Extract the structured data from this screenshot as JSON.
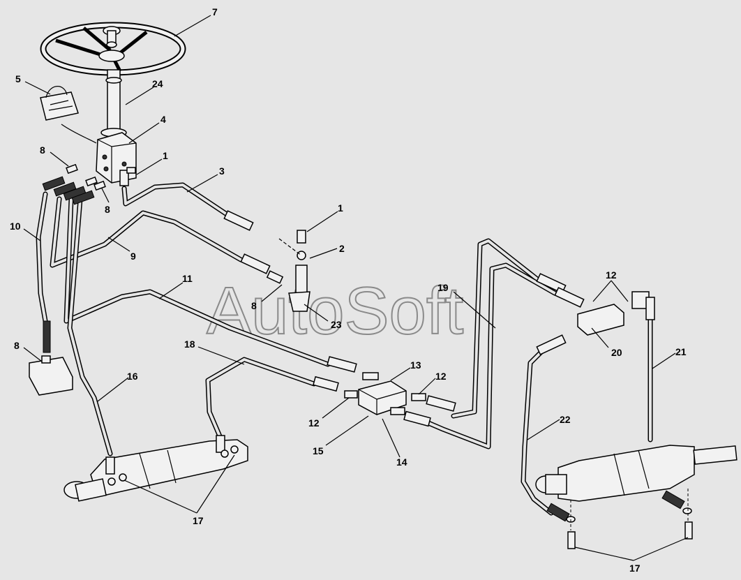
{
  "watermark": "AutoSoft",
  "callouts": [
    {
      "id": "c7",
      "text": "7"
    },
    {
      "id": "c24",
      "text": "24"
    },
    {
      "id": "c5",
      "text": "5"
    },
    {
      "id": "c4",
      "text": "4"
    },
    {
      "id": "c8a",
      "text": "8"
    },
    {
      "id": "c1a",
      "text": "1"
    },
    {
      "id": "c3",
      "text": "3"
    },
    {
      "id": "c8b",
      "text": "8"
    },
    {
      "id": "c10",
      "text": "10"
    },
    {
      "id": "c9",
      "text": "9"
    },
    {
      "id": "c1b",
      "text": "1"
    },
    {
      "id": "c2",
      "text": "2"
    },
    {
      "id": "c11",
      "text": "11"
    },
    {
      "id": "c8c",
      "text": "8"
    },
    {
      "id": "c23",
      "text": "23"
    },
    {
      "id": "c19",
      "text": "19"
    },
    {
      "id": "c12a",
      "text": "12"
    },
    {
      "id": "c20",
      "text": "20"
    },
    {
      "id": "c8d",
      "text": "8"
    },
    {
      "id": "c18",
      "text": "18"
    },
    {
      "id": "c13",
      "text": "13"
    },
    {
      "id": "c12b",
      "text": "12"
    },
    {
      "id": "c21",
      "text": "21"
    },
    {
      "id": "c16",
      "text": "16"
    },
    {
      "id": "c12c",
      "text": "12"
    },
    {
      "id": "c22",
      "text": "22"
    },
    {
      "id": "c15",
      "text": "15"
    },
    {
      "id": "c14",
      "text": "14"
    },
    {
      "id": "c17a",
      "text": "17"
    },
    {
      "id": "c17b",
      "text": "17"
    }
  ]
}
